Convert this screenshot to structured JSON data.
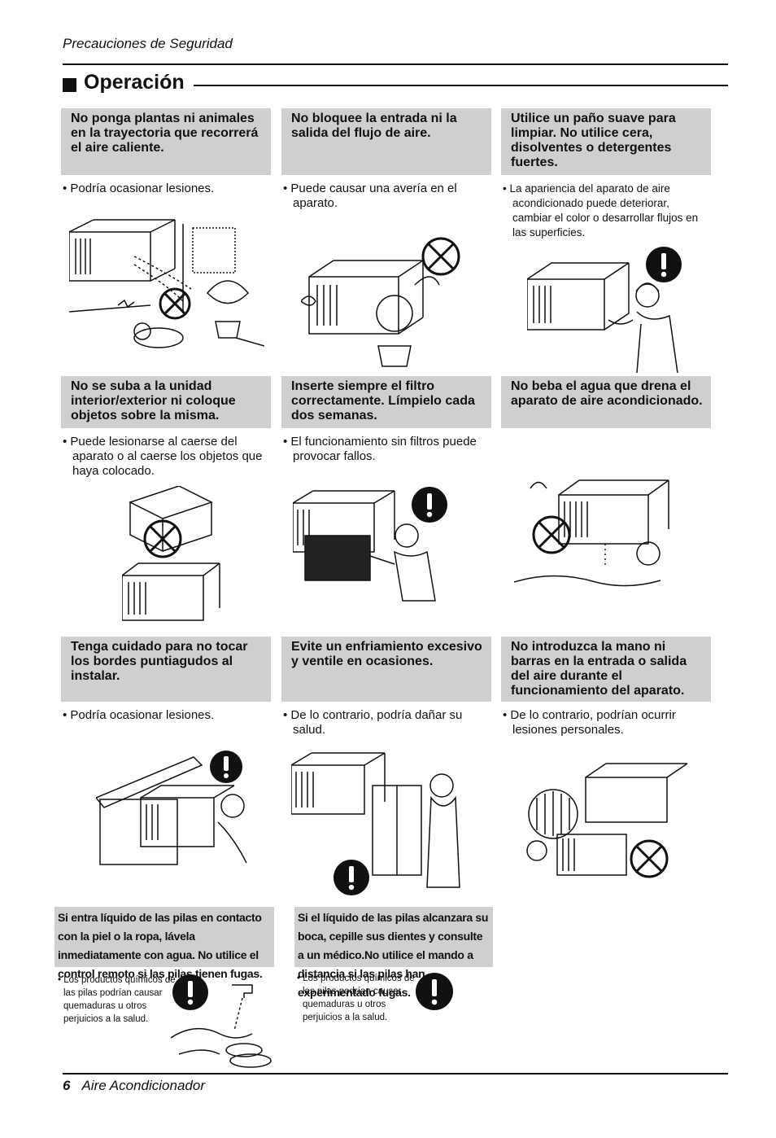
{
  "header": {
    "title": "Precauciones de Seguridad"
  },
  "section": {
    "title": "Operación"
  },
  "cards": [
    {
      "title": "No ponga plantas ni animales en la trayectoria que recorrerá el aire caliente.",
      "note": "Podría ocasionar lesiones.",
      "symbol": "prohibited-icon"
    },
    {
      "title": "No bloquee la entrada ni la salida del flujo de aire.",
      "note": "Puede causar una avería en el aparato.",
      "symbol": "prohibited-icon"
    },
    {
      "title": "Utilice un paño suave para limpiar. No utilice cera, disolventes o detergentes fuertes.",
      "note": "La apariencia del aparato de aire acondicionado puede deteriorar, cambiar el color o desarrollar flujos en las superficies.",
      "symbol": "warning-icon"
    },
    {
      "title": "No se suba a la unidad interior/exterior ni coloque objetos sobre la misma.",
      "note": "Puede lesionarse al caerse del aparato o al caerse los objetos que haya colocado.",
      "symbol": "prohibited-icon"
    },
    {
      "title": "Inserte siempre el filtro correctamente. Límpielo cada dos semanas.",
      "note": "El funcionamiento sin filtros puede provocar fallos.",
      "symbol": "warning-icon"
    },
    {
      "title": "No beba el agua que drena el aparato de aire acondicionado.",
      "note": "",
      "symbol": "prohibited-icon"
    },
    {
      "title": "Tenga cuidado para no tocar los bordes puntiagudos al instalar.",
      "note": "Podría ocasionar lesiones.",
      "symbol": "warning-icon"
    },
    {
      "title": "Evite un enfriamiento excesivo y ventile en ocasiones.",
      "note": "De lo contrario, podría dañar su salud.",
      "symbol": "warning-icon"
    },
    {
      "title": "No introduzca la mano ni barras en la entrada o salida del aire durante el funcionamiento del aparato.",
      "note": "De lo contrario, podrían ocurrir lesiones personales.",
      "symbol": "prohibited-icon"
    }
  ],
  "battery": [
    {
      "title": "Si entra líquido de las pilas en contacto con la piel o la ropa, lávela inmediatamente con agua. No utilice el control remoto si las pilas tienen fugas.",
      "note": "Los productos químicos de las pilas podrían causar quemaduras u otros perjuicios a la salud.",
      "symbol": "warning-icon"
    },
    {
      "title": "Si el líquido de las pilas alcanzara su boca, cepille sus dientes y consulte a un médico.No utilice el mando a distancia si las pilas han experimentado fugas.",
      "note": "Los productos químicos de las pilas podrían causar quemaduras u otros perjuicios a la salud.",
      "symbol": "warning-icon"
    }
  ],
  "footer": {
    "page_number": "6",
    "title": "Aire Acondicionador"
  }
}
